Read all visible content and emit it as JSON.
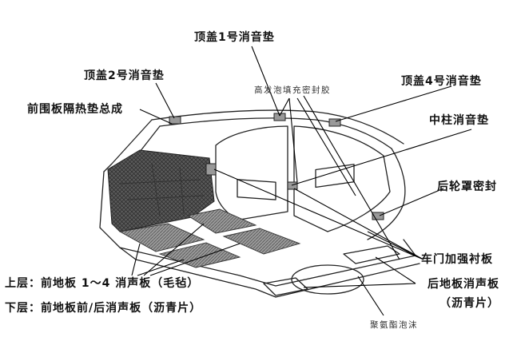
{
  "labels": {
    "roof_pad_1": "顶盖1号消音垫",
    "roof_pad_2": "顶盖2号消音垫",
    "roof_pad_4": "顶盖4号消音垫",
    "foam_sealant": "高发泡填充密封胶",
    "dash_insulator": "前围板隔热垫总成",
    "pillar_pad": "中柱消音垫",
    "wheelhouse_seal": "后轮罩密封",
    "door_reinforcement": "车门加强衬板",
    "upper_floor": "上层：前地板 1～4 消声板（毛毡）",
    "lower_floor": "下层：前地板前/后消声板（沥青片）",
    "rear_floor_line1": "后地板消声板",
    "rear_floor_line2": "（沥青片）",
    "pu_foam": "聚氨酯泡沫"
  },
  "colors": {
    "ink": "#111111",
    "line": "#222222",
    "felt": "#8a8a8a",
    "dash": "#4a4a4a"
  }
}
